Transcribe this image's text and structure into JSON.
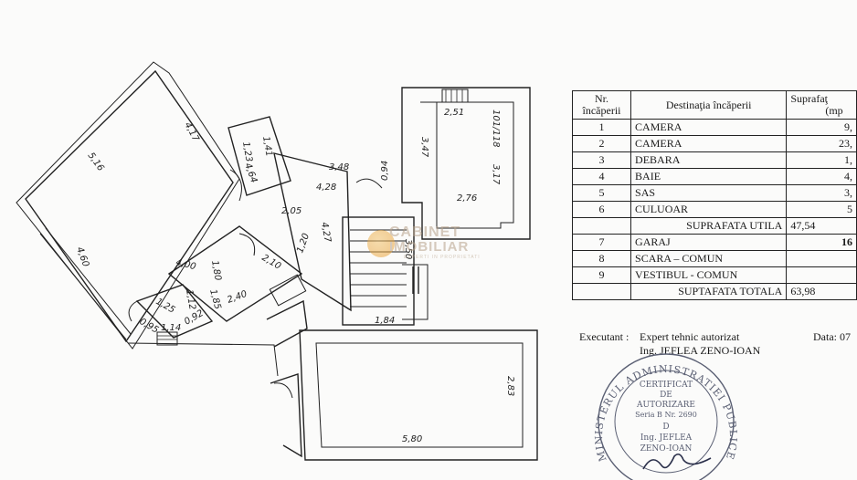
{
  "plan": {
    "dimensions": [
      "5,16",
      "4,17",
      "4,60",
      "1,23",
      "1,41",
      "4,64",
      "3,48",
      "4,28",
      "0,94",
      "2,51",
      "3,47",
      "101/118",
      "3,17",
      "2,76",
      "2,05",
      "4,27",
      "4,00",
      "1,80",
      "2,10",
      "1,20",
      "1,25",
      "1,12",
      "1,85",
      "2,40",
      "0,95",
      "1,14",
      "0,92",
      "3,50",
      "1,84",
      "2,83",
      "5,80"
    ]
  },
  "watermark": {
    "line1": "CABINET",
    "line2": "IMOBILIAR",
    "line3": "EXPERTI IN PROPRIETATI"
  },
  "table": {
    "headers": {
      "nr_line1": "Nr.",
      "nr_line2": "încăperii",
      "dest": "Destinaţia încăperii",
      "surf_line1": "Suprafaţ",
      "surf_line2": "(mp"
    },
    "rows": [
      {
        "nr": "1",
        "name": "CAMERA",
        "area": "9,"
      },
      {
        "nr": "2",
        "name": "CAMERA",
        "area": "23,"
      },
      {
        "nr": "3",
        "name": "DEBARA",
        "area": "1,"
      },
      {
        "nr": "4",
        "name": "BAIE",
        "area": "4,"
      },
      {
        "nr": "5",
        "name": "SAS",
        "area": "3,"
      },
      {
        "nr": "6",
        "name": "CULUOAR",
        "area": "5"
      }
    ],
    "subtotal": {
      "label": "SUPRAFATA UTILA",
      "area": "47,54"
    },
    "rows2": [
      {
        "nr": "7",
        "name": "GARAJ",
        "area": "16"
      },
      {
        "nr": "8",
        "name": "SCARA – COMUN",
        "area": ""
      },
      {
        "nr": "9",
        "name": "VESTIBUL - COMUN",
        "area": ""
      }
    ],
    "total": {
      "label": "SUPTAFATA TOTALA",
      "area": "63,98"
    }
  },
  "executant": {
    "label": "Executant :",
    "line1": "Expert tehnic autorizat",
    "line2": "Ing. JEFLEA ZENO-IOAN"
  },
  "date": {
    "label": "Data: 07"
  },
  "stamp": {
    "ring": "MINISTERUL ADMINISTRATIEI PUBLICE",
    "l1": "CERTIFICAT",
    "l2": "DE",
    "l3": "AUTORIZARE",
    "l4": "Seria B Nr. 2690",
    "l5": "D",
    "l6": "Ing. JEFLEA",
    "l7": "ZENO-IOAN"
  },
  "colors": {
    "ink": "#222222",
    "watermark": "#b7a28a",
    "watermark_dot": "#e79a2c",
    "stamp": "#5a5f73"
  }
}
